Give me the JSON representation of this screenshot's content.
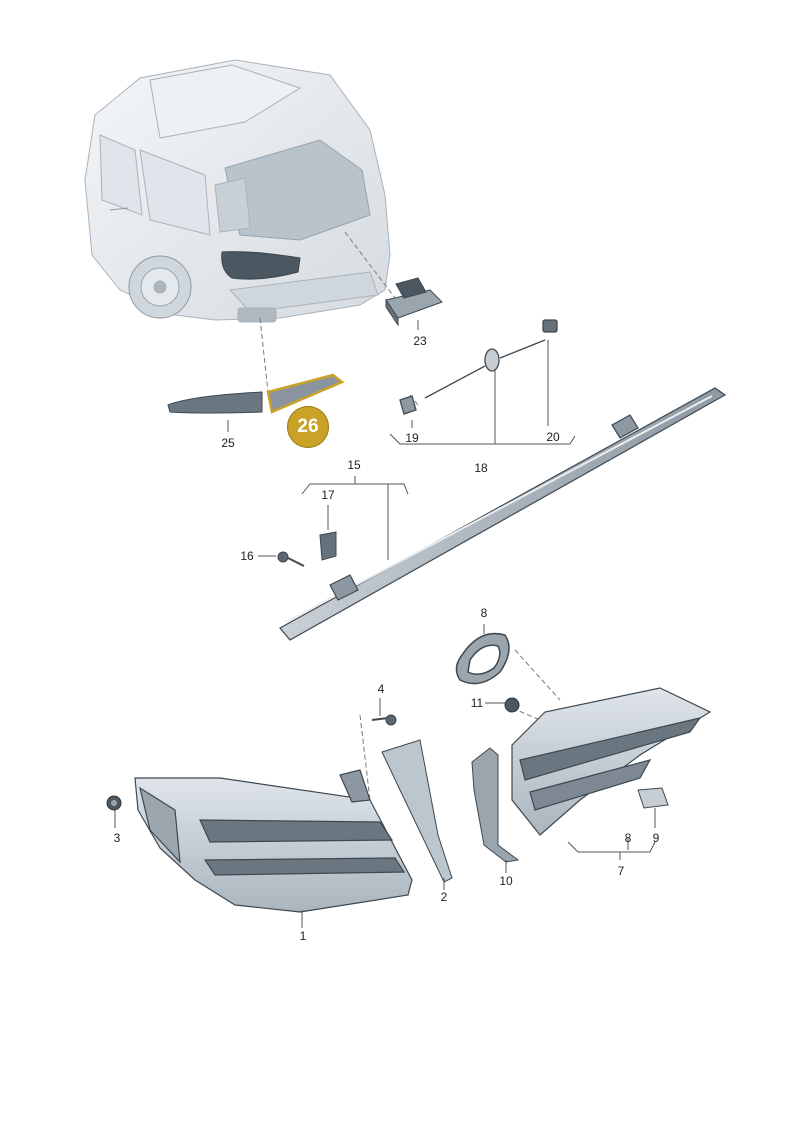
{
  "highlight": {
    "part_number": "26",
    "color": "#c9a227",
    "stroke": "#b8901a"
  },
  "colors": {
    "line": "#555555",
    "part_fill": "#e8ecef",
    "part_shade": "#c6ced4",
    "dark": "#5b6670",
    "glass": "#c0cbd3"
  },
  "icons": [
    "car-rear-illustration",
    "leader-line",
    "bracket"
  ],
  "callouts": {
    "c23": "23",
    "c25": "25",
    "c19": "19",
    "c18": "18",
    "c20": "20",
    "c15": "15",
    "c17": "17",
    "c16": "16",
    "c8a": "8",
    "c11": "11",
    "c4": "4",
    "c3": "3",
    "c1": "1",
    "c2": "2",
    "c10": "10",
    "c8b": "8",
    "c9": "9",
    "c7": "7"
  }
}
